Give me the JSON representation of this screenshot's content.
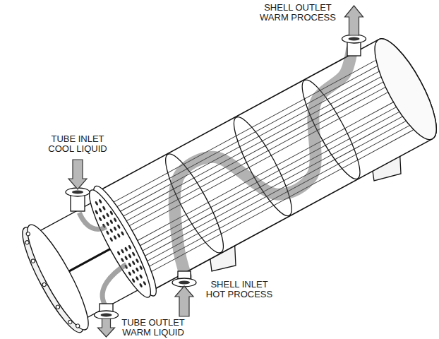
{
  "diagram": {
    "labels": [
      "SHELL OUTLET WARM PROCESS",
      "TUBE INLET COOL LIQUID",
      "SHELL INLET HOT PROCESS",
      "TUBE OUTLET WARM LIQUID"
    ]
  }
}
